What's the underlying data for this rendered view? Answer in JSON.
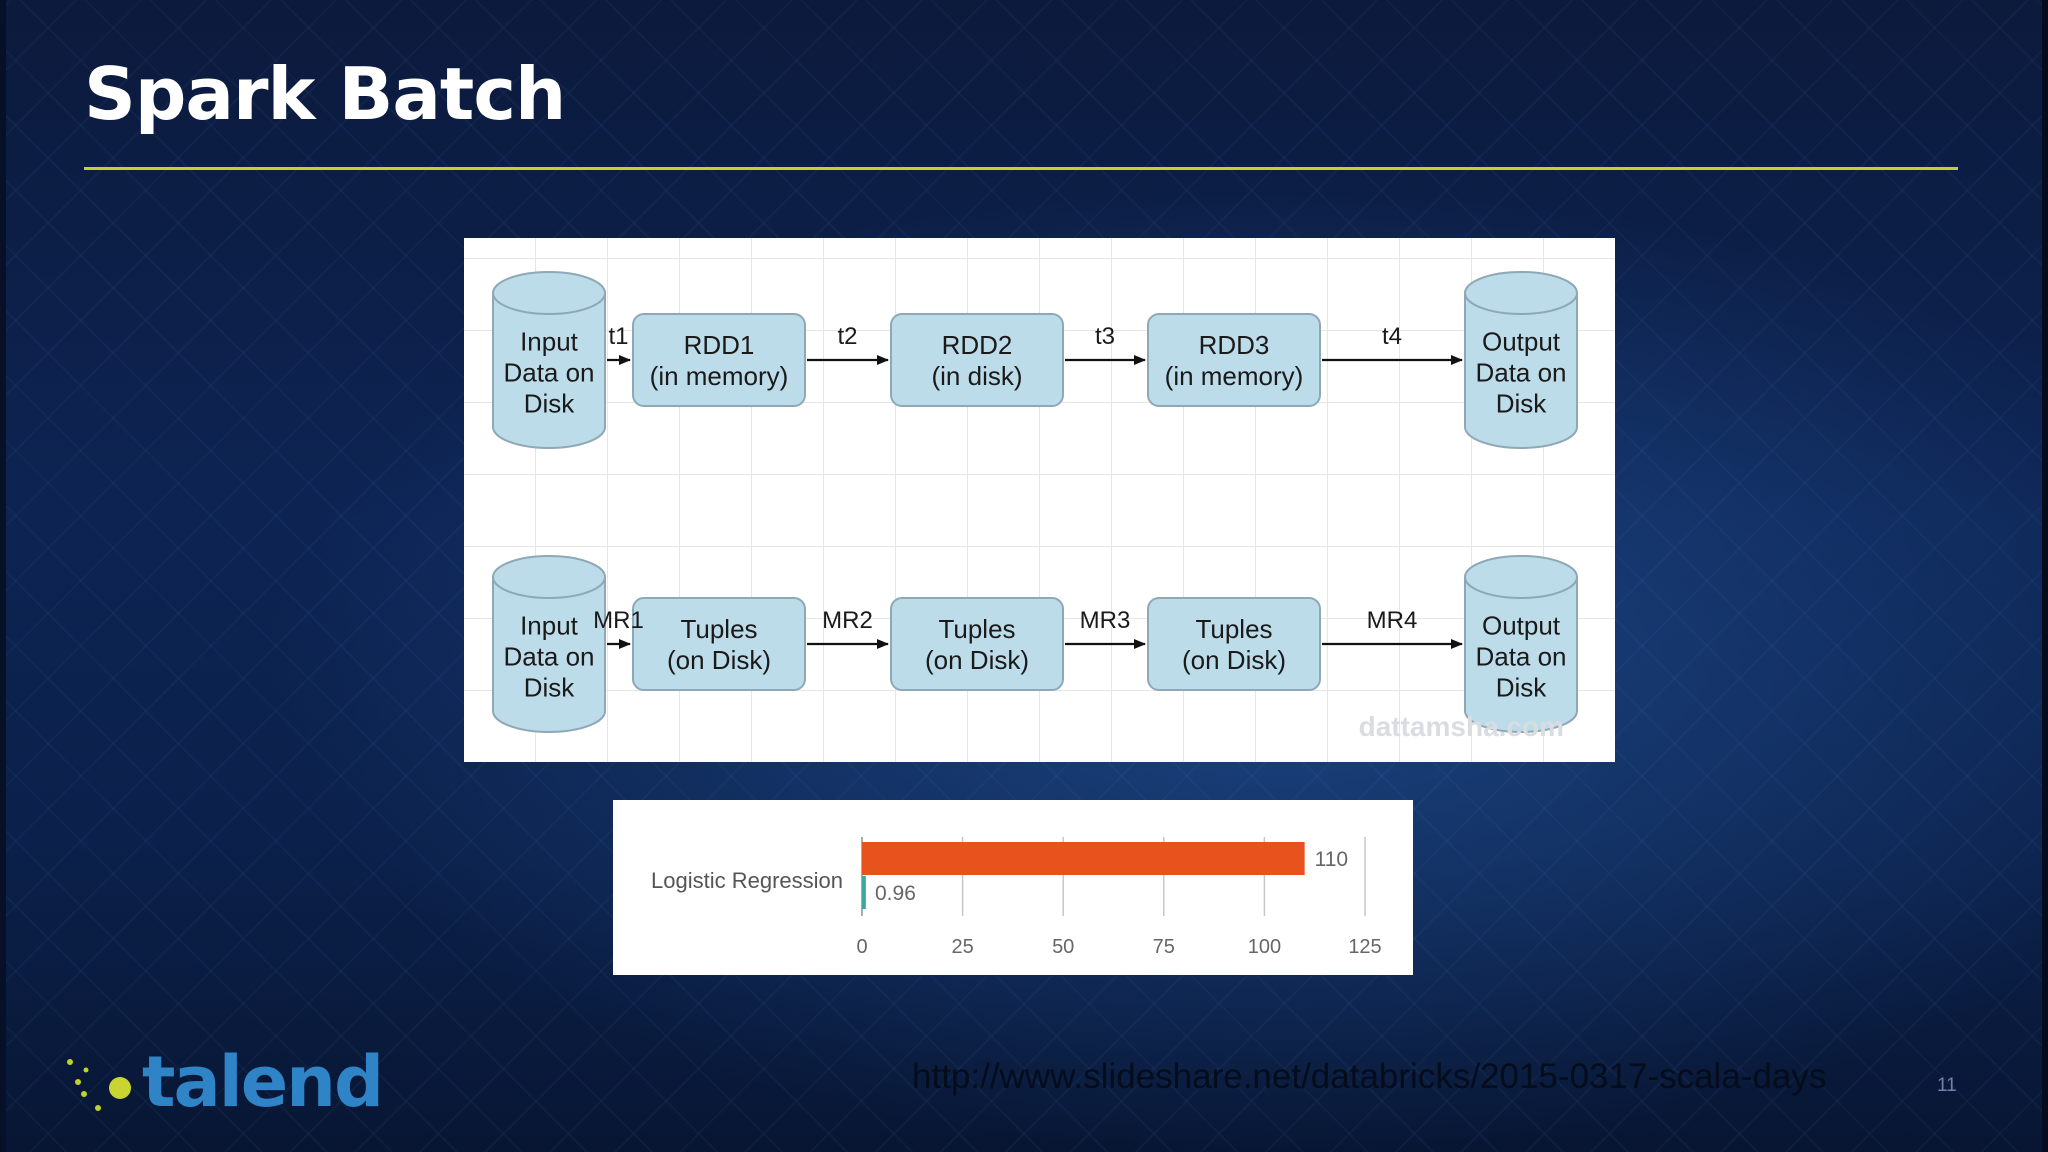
{
  "slide": {
    "title": "Spark Batch",
    "url": "http://www.slideshare.net/databricks/2015-0317-scala-days",
    "page_number": "11",
    "logo": "talend",
    "accent_color": "#c3d22a"
  },
  "diagram": {
    "watermark": "dattamsha.com",
    "spark_row": {
      "input": [
        "Input",
        "Data on",
        "Disk"
      ],
      "steps": [
        "t1",
        "t2",
        "t3",
        "t4"
      ],
      "nodes": [
        [
          "RDD1",
          "(in memory)"
        ],
        [
          "RDD2",
          "(in disk)"
        ],
        [
          "RDD3",
          "(in memory)"
        ]
      ],
      "output": [
        "Output",
        "Data on",
        "Disk"
      ]
    },
    "mapreduce_row": {
      "input": [
        "Input",
        "Data on",
        "Disk"
      ],
      "steps": [
        "MR1",
        "MR2",
        "MR3",
        "MR4"
      ],
      "nodes": [
        [
          "Tuples",
          "(on Disk)"
        ],
        [
          "Tuples",
          "(on Disk)"
        ],
        [
          "Tuples",
          "(on Disk)"
        ]
      ],
      "output": [
        "Output",
        "Data on",
        "Disk"
      ]
    }
  },
  "chart_data": {
    "type": "bar",
    "orientation": "horizontal",
    "categories": [
      "Logistic Regression"
    ],
    "series": [
      {
        "values": [
          110
        ],
        "color": "#e8531d"
      },
      {
        "values": [
          0.96
        ],
        "color": "#3aa99f"
      }
    ],
    "data_labels": [
      "110",
      "0.96"
    ],
    "xlim": [
      0,
      125
    ],
    "xticks": [
      0,
      25,
      50,
      75,
      100,
      125
    ],
    "grid": true
  }
}
